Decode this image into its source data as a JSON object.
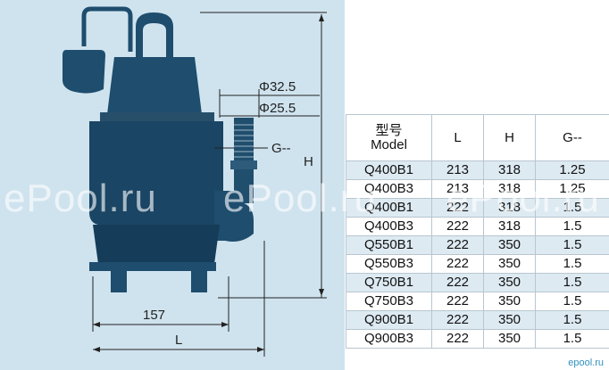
{
  "drawing": {
    "dims": {
      "phi_outer": "Φ32.5",
      "phi_inner": "Φ25.5",
      "thread": "G--",
      "height": "H",
      "base_width": "157",
      "length": "L"
    }
  },
  "table": {
    "headers": [
      "型号",
      "Model",
      "L",
      "H",
      "G--"
    ],
    "rows": [
      [
        "Q400B1",
        "213",
        "318",
        "1.25"
      ],
      [
        "Q400B3",
        "213",
        "318",
        "1.25"
      ],
      [
        "Q400B1",
        "222",
        "318",
        "1.5"
      ],
      [
        "Q400B3",
        "222",
        "318",
        "1.5"
      ],
      [
        "Q550B1",
        "222",
        "350",
        "1.5"
      ],
      [
        "Q550B3",
        "222",
        "350",
        "1.5"
      ],
      [
        "Q750B1",
        "222",
        "350",
        "1.5"
      ],
      [
        "Q750B3",
        "222",
        "350",
        "1.5"
      ],
      [
        "Q900B1",
        "222",
        "350",
        "1.5"
      ],
      [
        "Q900B3",
        "222",
        "350",
        "1.5"
      ]
    ]
  },
  "watermark": "ePool.ru",
  "brand": "epool.ru",
  "colors": {
    "panel": "#cfe3ee",
    "pump": "#1e4d6e",
    "stripe": "#ddeaf2"
  }
}
